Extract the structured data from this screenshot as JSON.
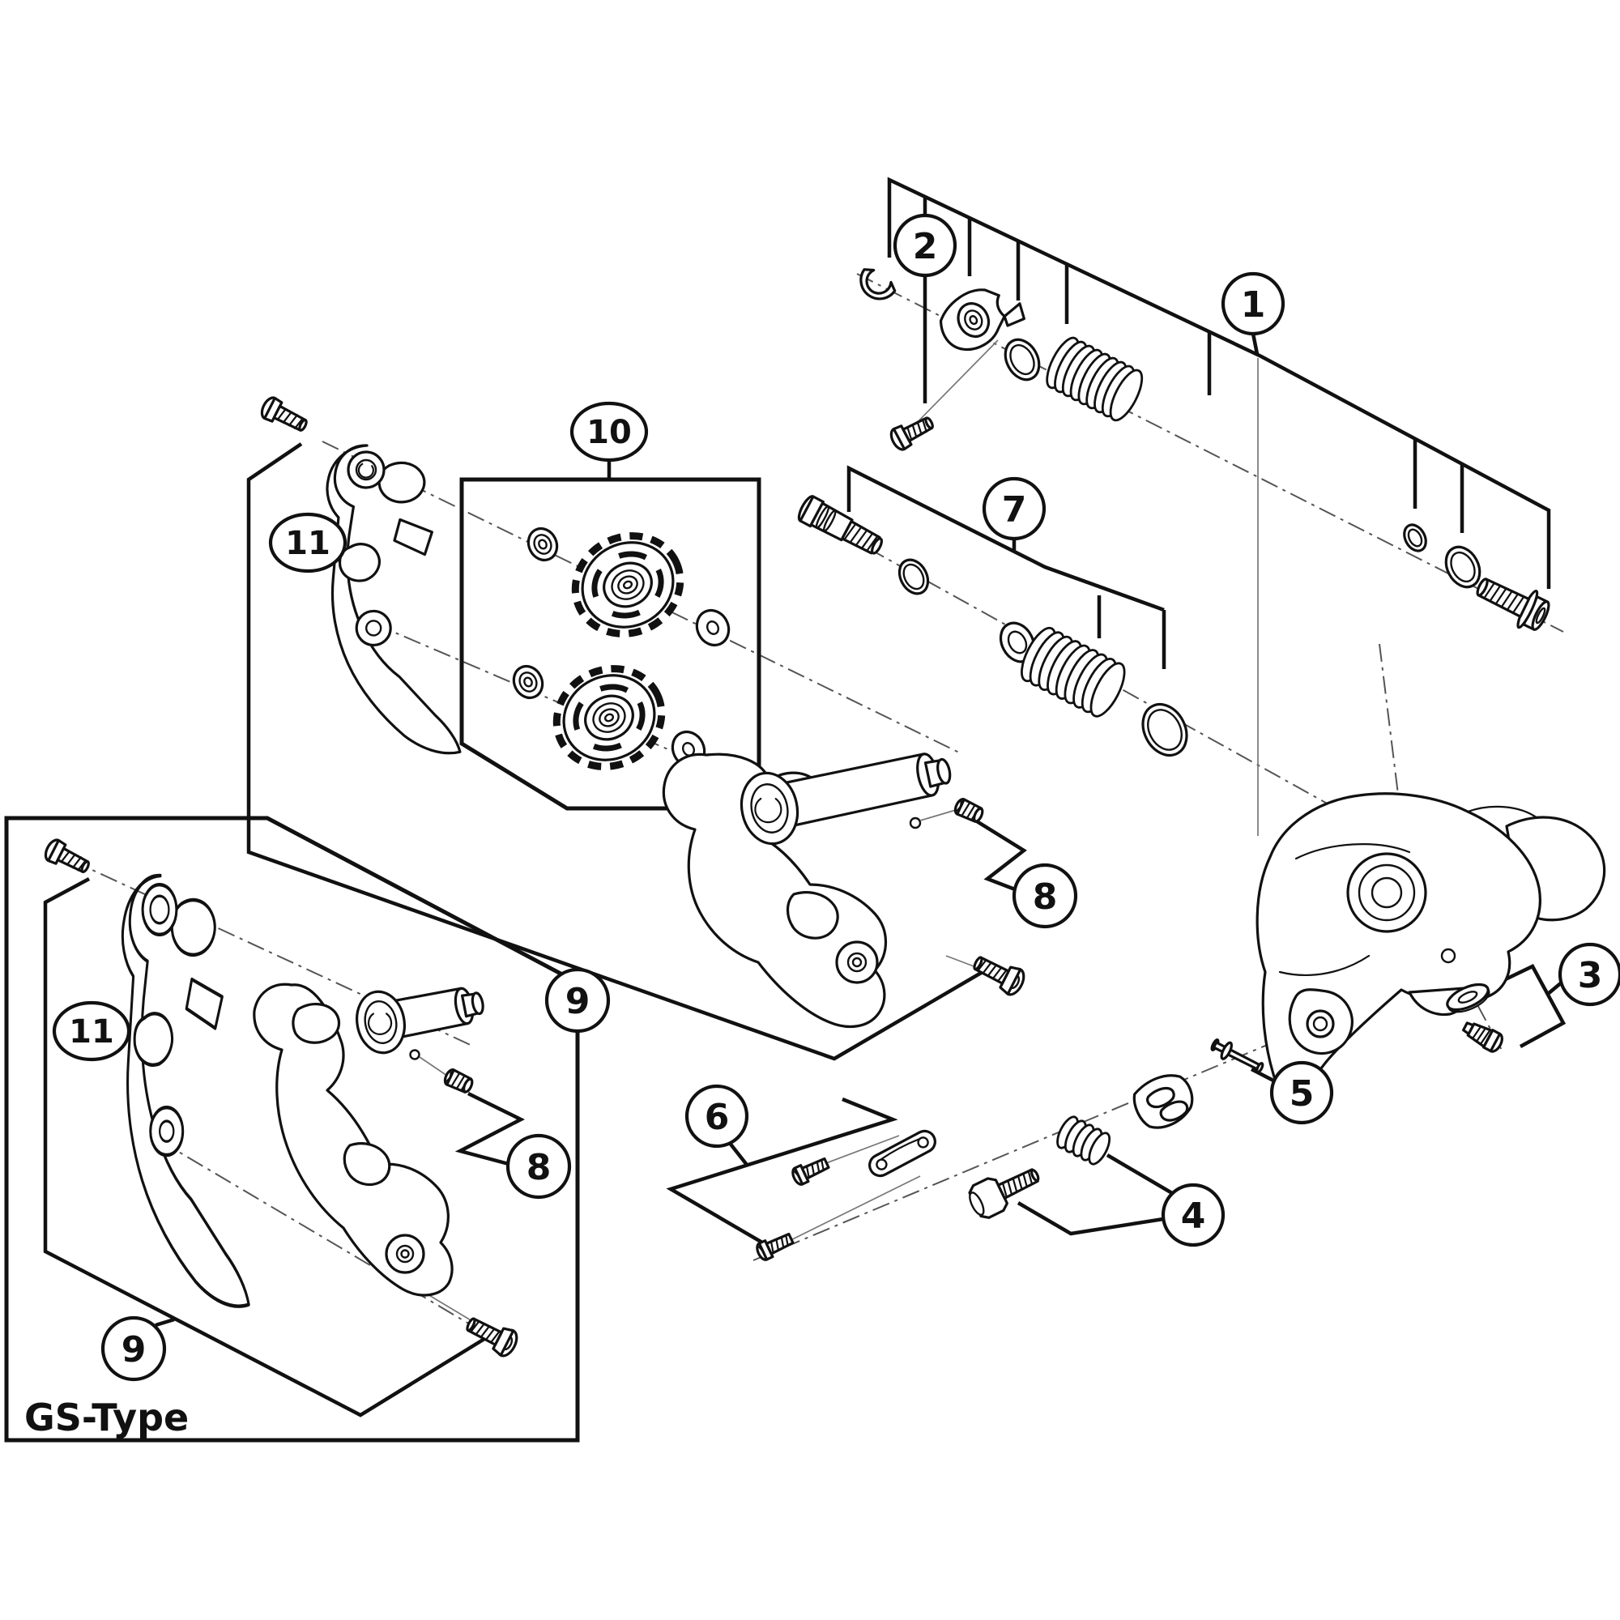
{
  "figure": {
    "background": "#ffffff",
    "line_color": "#111111",
    "type_label": "GS-Type",
    "callouts": {
      "n1": "1",
      "n2": "2",
      "n3": "3",
      "n4": "4",
      "n5": "5",
      "n6": "6",
      "n7": "7",
      "n8": "8",
      "n9": "9",
      "n10": "10",
      "n11": "11"
    },
    "part_icons": [
      "e-clip",
      "adjust-screw",
      "bracket-plate-bearing",
      "o-ring",
      "b-tension-spring",
      "b-axle-bolt",
      "pivot-bolt",
      "bushing-washer",
      "p-tension-spring",
      "large-o-ring",
      "pulley-box",
      "guide-pulley",
      "tension-pulley",
      "pulley-dust-cap",
      "pulley-washer",
      "outer-cage-plate",
      "inner-cage-plate",
      "cage-pivot-shaft",
      "cage-stop-screw",
      "cage-pivot-bolt",
      "cage-fixing-bolt",
      "derailleur-body",
      "cable-fixing-washer",
      "cable-fixing-screw",
      "stopper-pin",
      "b-adjust-knob",
      "b-adjust-spring",
      "b-adjust-screw",
      "cable-guide-plate",
      "guide-plate-screws"
    ]
  }
}
